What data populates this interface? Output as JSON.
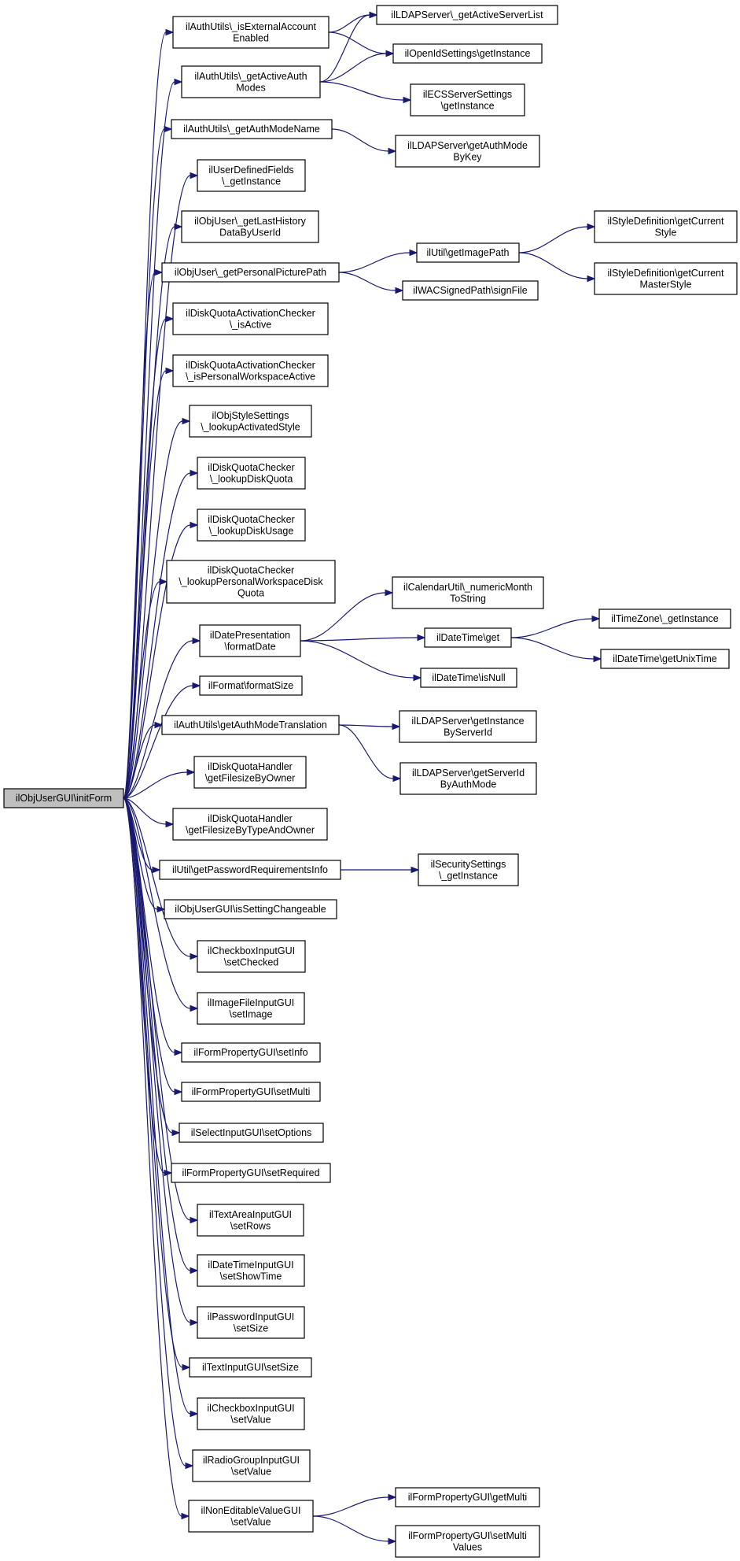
{
  "colors": {
    "edge": "#191970",
    "root_fill": "#bfbfbf",
    "node_fill": "#ffffff",
    "node_border": "#000000"
  },
  "nodes": [
    {
      "id": "root",
      "lines": [
        "ilObjUserGUI\\initForm"
      ]
    },
    {
      "id": "n1",
      "lines": [
        "ilAuthUtils\\_isExternalAccount",
        "Enabled"
      ]
    },
    {
      "id": "n2",
      "lines": [
        "ilAuthUtils\\_getActiveAuth",
        "Modes"
      ]
    },
    {
      "id": "n3",
      "lines": [
        "ilAuthUtils\\_getAuthModeName"
      ]
    },
    {
      "id": "n4",
      "lines": [
        "ilUserDefinedFields",
        "\\_getInstance"
      ]
    },
    {
      "id": "n5",
      "lines": [
        "ilObjUser\\_getLastHistory",
        "DataByUserId"
      ]
    },
    {
      "id": "n6",
      "lines": [
        "ilObjUser\\_getPersonalPicturePath"
      ]
    },
    {
      "id": "n7",
      "lines": [
        "ilDiskQuotaActivationChecker",
        "\\_isActive"
      ]
    },
    {
      "id": "n8",
      "lines": [
        "ilDiskQuotaActivationChecker",
        "\\_isPersonalWorkspaceActive"
      ]
    },
    {
      "id": "n9",
      "lines": [
        "ilObjStyleSettings",
        "\\_lookupActivatedStyle"
      ]
    },
    {
      "id": "n10",
      "lines": [
        "ilDiskQuotaChecker",
        "\\_lookupDiskQuota"
      ]
    },
    {
      "id": "n11",
      "lines": [
        "ilDiskQuotaChecker",
        "\\_lookupDiskUsage"
      ]
    },
    {
      "id": "n12",
      "lines": [
        "ilDiskQuotaChecker",
        "\\_lookupPersonalWorkspaceDisk",
        "Quota"
      ]
    },
    {
      "id": "n13",
      "lines": [
        "ilDatePresentation",
        "\\formatDate"
      ]
    },
    {
      "id": "n14",
      "lines": [
        "ilFormat\\formatSize"
      ]
    },
    {
      "id": "n15",
      "lines": [
        "ilAuthUtils\\getAuthModeTranslation"
      ]
    },
    {
      "id": "n16",
      "lines": [
        "ilDiskQuotaHandler",
        "\\getFilesizeByOwner"
      ]
    },
    {
      "id": "n17",
      "lines": [
        "ilDiskQuotaHandler",
        "\\getFilesizeByTypeAndOwner"
      ]
    },
    {
      "id": "n18",
      "lines": [
        "ilUtil\\getPasswordRequirementsInfo"
      ]
    },
    {
      "id": "n19",
      "lines": [
        "ilObjUserGUI\\isSettingChangeable"
      ]
    },
    {
      "id": "n20",
      "lines": [
        "ilCheckboxInputGUI",
        "\\setChecked"
      ]
    },
    {
      "id": "n21",
      "lines": [
        "ilImageFileInputGUI",
        "\\setImage"
      ]
    },
    {
      "id": "n22",
      "lines": [
        "ilFormPropertyGUI\\setInfo"
      ]
    },
    {
      "id": "n23",
      "lines": [
        "ilFormPropertyGUI\\setMulti"
      ]
    },
    {
      "id": "n24",
      "lines": [
        "ilSelectInputGUI\\setOptions"
      ]
    },
    {
      "id": "n25",
      "lines": [
        "ilFormPropertyGUI\\setRequired"
      ]
    },
    {
      "id": "n26",
      "lines": [
        "ilTextAreaInputGUI",
        "\\setRows"
      ]
    },
    {
      "id": "n27",
      "lines": [
        "ilDateTimeInputGUI",
        "\\setShowTime"
      ]
    },
    {
      "id": "n28",
      "lines": [
        "ilPasswordInputGUI",
        "\\setSize"
      ]
    },
    {
      "id": "n29",
      "lines": [
        "ilTextInputGUI\\setSize"
      ]
    },
    {
      "id": "n30",
      "lines": [
        "ilCheckboxInputGUI",
        "\\setValue"
      ]
    },
    {
      "id": "n31",
      "lines": [
        "ilRadioGroupInputGUI",
        "\\setValue"
      ]
    },
    {
      "id": "n32",
      "lines": [
        "ilNonEditableValueGUI",
        "\\setValue"
      ]
    },
    {
      "id": "m1",
      "lines": [
        "ilLDAPServer\\_getActiveServerList"
      ]
    },
    {
      "id": "m2",
      "lines": [
        "ilOpenIdSettings\\getInstance"
      ]
    },
    {
      "id": "m3",
      "lines": [
        "ilECSServerSettings",
        "\\getInstance"
      ]
    },
    {
      "id": "m4",
      "lines": [
        "ilLDAPServer\\getAuthMode",
        "ByKey"
      ]
    },
    {
      "id": "m5",
      "lines": [
        "ilUtil\\getImagePath"
      ]
    },
    {
      "id": "m6",
      "lines": [
        "ilWACSignedPath\\signFile"
      ]
    },
    {
      "id": "m7",
      "lines": [
        "ilStyleDefinition\\getCurrent",
        "Style"
      ]
    },
    {
      "id": "m8",
      "lines": [
        "ilStyleDefinition\\getCurrent",
        "MasterStyle"
      ]
    },
    {
      "id": "m9",
      "lines": [
        "ilCalendarUtil\\_numericMonth",
        "ToString"
      ]
    },
    {
      "id": "m10",
      "lines": [
        "ilDateTime\\get"
      ]
    },
    {
      "id": "m11",
      "lines": [
        "ilDateTime\\isNull"
      ]
    },
    {
      "id": "m12",
      "lines": [
        "ilTimeZone\\_getInstance"
      ]
    },
    {
      "id": "m13",
      "lines": [
        "ilDateTime\\getUnixTime"
      ]
    },
    {
      "id": "m14",
      "lines": [
        "ilLDAPServer\\getInstance",
        "ByServerId"
      ]
    },
    {
      "id": "m15",
      "lines": [
        "ilLDAPServer\\getServerId",
        "ByAuthMode"
      ]
    },
    {
      "id": "m16",
      "lines": [
        "ilSecuritySettings",
        "\\_getInstance"
      ]
    },
    {
      "id": "m17",
      "lines": [
        "ilFormPropertyGUI\\getMulti"
      ]
    },
    {
      "id": "m18",
      "lines": [
        "ilFormPropertyGUI\\setMulti",
        "Values"
      ]
    }
  ],
  "edges": [
    [
      "root",
      "n1"
    ],
    [
      "root",
      "n2"
    ],
    [
      "root",
      "n3"
    ],
    [
      "root",
      "n4"
    ],
    [
      "root",
      "n5"
    ],
    [
      "root",
      "n6"
    ],
    [
      "root",
      "n7"
    ],
    [
      "root",
      "n8"
    ],
    [
      "root",
      "n9"
    ],
    [
      "root",
      "n10"
    ],
    [
      "root",
      "n11"
    ],
    [
      "root",
      "n12"
    ],
    [
      "root",
      "n13"
    ],
    [
      "root",
      "n14"
    ],
    [
      "root",
      "n15"
    ],
    [
      "root",
      "n16"
    ],
    [
      "root",
      "n17"
    ],
    [
      "root",
      "n18"
    ],
    [
      "root",
      "n19"
    ],
    [
      "root",
      "n20"
    ],
    [
      "root",
      "n21"
    ],
    [
      "root",
      "n22"
    ],
    [
      "root",
      "n23"
    ],
    [
      "root",
      "n24"
    ],
    [
      "root",
      "n25"
    ],
    [
      "root",
      "n26"
    ],
    [
      "root",
      "n27"
    ],
    [
      "root",
      "n28"
    ],
    [
      "root",
      "n29"
    ],
    [
      "root",
      "n30"
    ],
    [
      "root",
      "n31"
    ],
    [
      "root",
      "n32"
    ],
    [
      "n1",
      "m1"
    ],
    [
      "n1",
      "m2"
    ],
    [
      "n2",
      "m1"
    ],
    [
      "n2",
      "m2"
    ],
    [
      "n2",
      "m3"
    ],
    [
      "n3",
      "m4"
    ],
    [
      "n6",
      "m5"
    ],
    [
      "n6",
      "m6"
    ],
    [
      "m5",
      "m7"
    ],
    [
      "m5",
      "m8"
    ],
    [
      "n13",
      "m9"
    ],
    [
      "n13",
      "m10"
    ],
    [
      "n13",
      "m11"
    ],
    [
      "m10",
      "m12"
    ],
    [
      "m10",
      "m13"
    ],
    [
      "n15",
      "m14"
    ],
    [
      "n15",
      "m15"
    ],
    [
      "n18",
      "m16"
    ],
    [
      "n32",
      "m17"
    ],
    [
      "n32",
      "m18"
    ]
  ]
}
